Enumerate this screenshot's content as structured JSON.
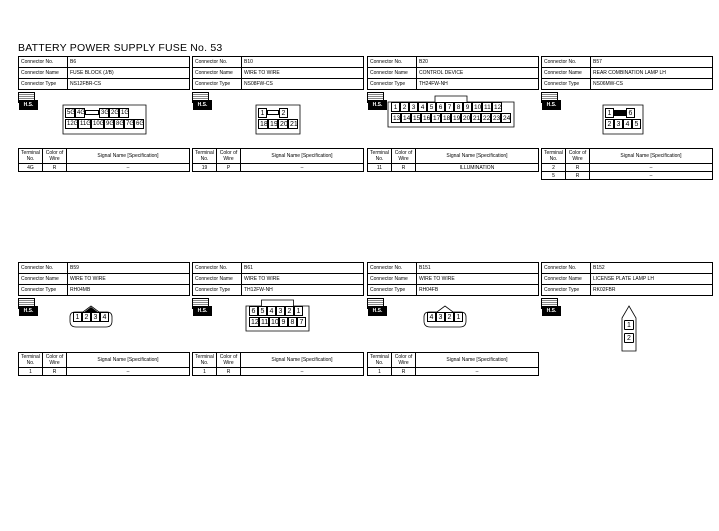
{
  "page": {
    "title": "BATTERY POWER SUPPLY FUSE No. 53"
  },
  "labels": {
    "connector_no": "Connector No.",
    "connector_name": "Connector Name",
    "connector_type": "Connector Type",
    "terminal_no": "Terminal No.",
    "color_of_wire": "Color of Wire",
    "signal_name": "Signal Name [Specification]",
    "hs": "H.S."
  },
  "connectors": [
    {
      "no": "B6",
      "name": "FUSE BLOCK (J/B)",
      "type": "NS12FBR-CS",
      "face_rows": [
        [
          "5G",
          "4G",
          "",
          "3G",
          "2G",
          "1G"
        ],
        [
          "12G",
          "11G",
          "10G",
          "9G",
          "8G",
          "7G",
          "6G"
        ]
      ],
      "signals": [
        {
          "terminal": "4G",
          "color": "R",
          "signal": "–"
        }
      ]
    },
    {
      "no": "B10",
      "name": "WIRE TO WIRE",
      "type": "NS08FW-CS",
      "face_rows": [
        [
          "1",
          "",
          "2"
        ],
        [
          "18",
          "19",
          "20",
          "21"
        ]
      ],
      "signals": [
        {
          "terminal": "19",
          "color": "P",
          "signal": "–"
        }
      ]
    },
    {
      "no": "B20",
      "name": "CONTROL DEVICE",
      "type": "TH24FW-NH",
      "face_rows": [
        [
          "1",
          "2",
          "3",
          "4",
          "5",
          "6",
          "7",
          "8",
          "9",
          "10",
          "11",
          "12"
        ],
        [
          "13",
          "14",
          "15",
          "16",
          "17",
          "18",
          "19",
          "20",
          "21",
          "22",
          "23",
          "24"
        ]
      ],
      "signals": [
        {
          "terminal": "11",
          "color": "R",
          "signal": "ILLUMINATION"
        }
      ]
    },
    {
      "no": "B57",
      "name": "REAR COMBINATION LAMP LH",
      "type": "NS06MW-CS",
      "face_rows": [
        [
          "1",
          "",
          "6"
        ],
        [
          "2",
          "3",
          "4",
          "5"
        ]
      ],
      "signals": [
        {
          "terminal": "2",
          "color": "R",
          "signal": "–"
        },
        {
          "terminal": "5",
          "color": "R",
          "signal": "–"
        }
      ]
    },
    {
      "no": "B59",
      "name": "WIRE TO WIRE",
      "type": "RH04MB",
      "face_rows": [
        [
          "1",
          "2",
          "3",
          "4"
        ]
      ],
      "signals": [
        {
          "terminal": "1",
          "color": "R",
          "signal": "–"
        }
      ]
    },
    {
      "no": "B61",
      "name": "WIRE TO WIRE",
      "type": "TH12FW-NH",
      "face_rows": [
        [
          "6",
          "5",
          "4",
          "3",
          "2",
          "1"
        ],
        [
          "12",
          "11",
          "10",
          "9",
          "8",
          "7"
        ]
      ],
      "signals": [
        {
          "terminal": "1",
          "color": "R",
          "signal": "–"
        }
      ]
    },
    {
      "no": "B151",
      "name": "WIRE TO WIRE",
      "type": "RH04FB",
      "face_rows": [
        [
          "4",
          "3",
          "2",
          "1"
        ]
      ],
      "signals": [
        {
          "terminal": "1",
          "color": "R",
          "signal": "–"
        }
      ]
    },
    {
      "no": "B152",
      "name": "LICENSE PLATE LAMP LH",
      "type": "RK02FBR",
      "face_rows": [
        [
          "1"
        ],
        [
          "2"
        ]
      ],
      "signals": [
        {
          "terminal": "1",
          "color": "R",
          "signal": "–"
        }
      ]
    }
  ]
}
